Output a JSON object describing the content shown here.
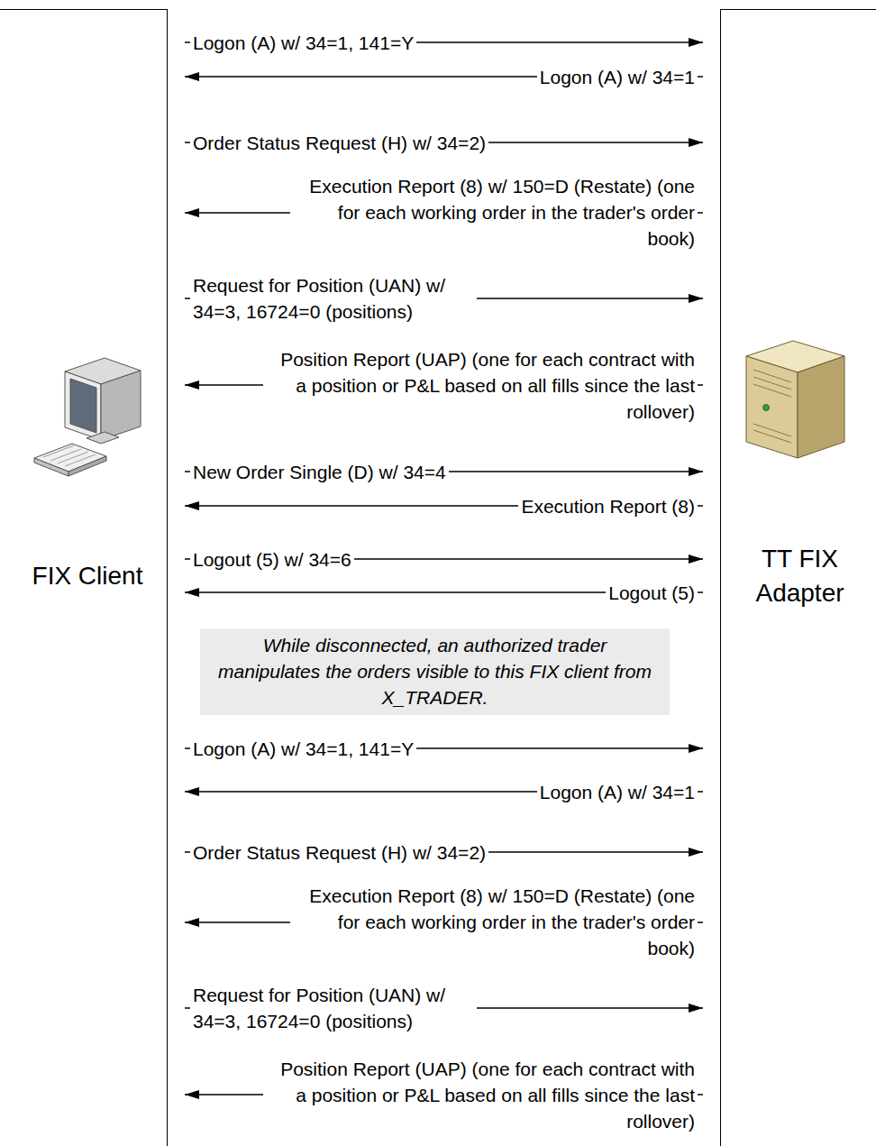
{
  "diagram": {
    "nodes": [
      {
        "text": [
          "FIX Client"
        ]
      },
      {
        "text": [
          "TT FIX Adapter"
        ]
      },
      {
        "text": [
          "While disconnected, an authorized trader manipulates the orders visible to this FIX client from X_TRADER."
        ]
      }
    ],
    "edges": [
      {
        "from": 0,
        "to": 1,
        "arrow": "to",
        "label": "Logon (A) w/ 34=1, 141=Y"
      },
      {
        "from": 1,
        "to": 0,
        "arrow": "to",
        "label": "Logon (A) w/ 34=1"
      },
      {
        "from": 0,
        "to": 1,
        "arrow": "to",
        "label": "Order Status Request (H) w/ 34=2)"
      },
      {
        "from": 1,
        "to": 0,
        "arrow": "to",
        "label": "Execution Report (8) w/ 150=D (Restate) (one for each working order in the trader's order book)"
      },
      {
        "from": 0,
        "to": 1,
        "arrow": "to",
        "label": "Request for Position (UAN) w/ 34=3, 16724=0 (positions)"
      },
      {
        "from": 1,
        "to": 0,
        "arrow": "to",
        "label": "Position Report (UAP) (one for each contract with a position or P&L based on all fills since the last rollover)"
      },
      {
        "from": 0,
        "to": 1,
        "arrow": "to",
        "label": "New Order Single (D) w/ 34=4"
      },
      {
        "from": 1,
        "to": 0,
        "arrow": "to",
        "label": "Execution Report (8)"
      },
      {
        "from": 0,
        "to": 1,
        "arrow": "to",
        "label": "Logout (5) w/ 34=6"
      },
      {
        "from": 1,
        "to": 0,
        "arrow": "to",
        "label": "Logout (5)"
      },
      {
        "from": 0,
        "to": 1,
        "arrow": "to",
        "label": "Logon (A) w/ 34=1, 141=Y"
      },
      {
        "from": 1,
        "to": 0,
        "arrow": "to",
        "label": "Logon (A) w/ 34=1"
      },
      {
        "from": 0,
        "to": 1,
        "arrow": "to",
        "label": "Order Status Request (H) w/ 34=2)"
      },
      {
        "from": 1,
        "to": 0,
        "arrow": "to",
        "label": "Execution Report (8) w/ 150=D (Restate) (one for each working order in the trader's order book)"
      },
      {
        "from": 0,
        "to": 1,
        "arrow": "to",
        "label": "Request for Position (UAN) w/ 34=3, 16724=0 (positions)"
      },
      {
        "from": 1,
        "to": 0,
        "arrow": "to",
        "label": "Position Report (UAP) (one for each contract with a position or P&L based on all fills since the last rollover)"
      }
    ]
  }
}
